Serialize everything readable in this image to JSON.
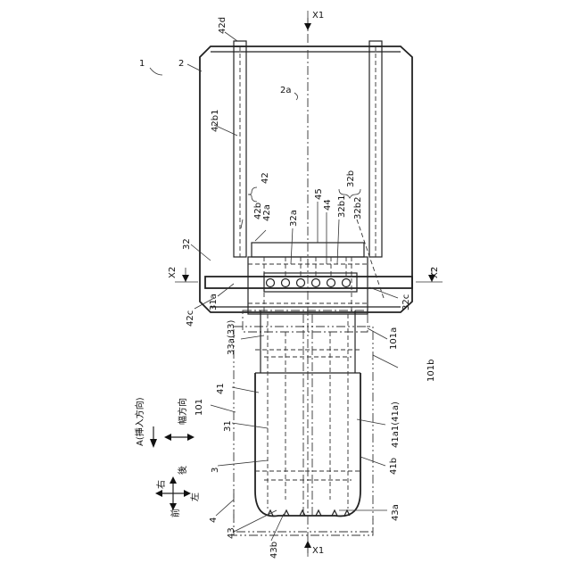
{
  "figure": {
    "labels": {
      "fig_ref": "1",
      "housing": "2",
      "housing_space": "2a",
      "section_top": "X1",
      "section_bottom": "X1",
      "section_left": "X2",
      "section_right": "X2",
      "l42d": "42d",
      "l42b1": "42b1",
      "l42": "42",
      "l42b": "42b",
      "l42a": "42a",
      "l45": "45",
      "l44": "44",
      "l32b": "32b",
      "l32a": "32a",
      "l32b1": "32b1",
      "l32b2": "32b2",
      "l32": "32",
      "l31a": "31a",
      "l42c": "42c",
      "l32c": "32c",
      "l33a": "33a(33)",
      "l101a": "101a",
      "l101b": "101b",
      "l41": "41",
      "l101": "101",
      "l31": "31",
      "l41a1": "41a1(41a)",
      "l3": "3",
      "l41b": "41b",
      "l4": "4",
      "l43a": "43a",
      "l43": "43",
      "l43b": "43b"
    },
    "directions": {
      "insert": "A(挿入方向)",
      "width": "幅方向",
      "right": "右",
      "rear": "後",
      "front": "前",
      "left": "左"
    }
  }
}
